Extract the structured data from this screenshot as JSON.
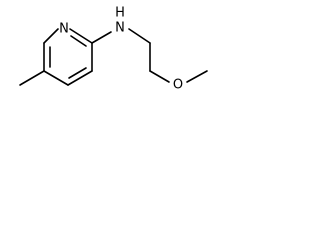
{
  "molecule": {
    "atoms": {
      "ring_nitrogen": "N",
      "amine_nitrogen": "N",
      "amine_hydrogen": "H",
      "ether_oxygen": "O"
    }
  }
}
